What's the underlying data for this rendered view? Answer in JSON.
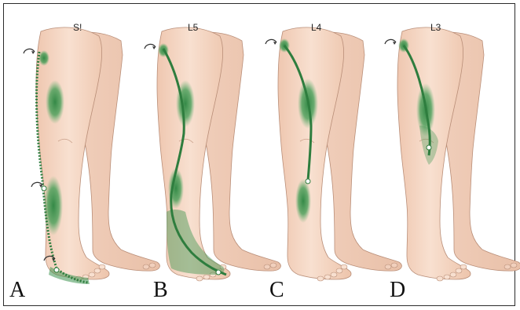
{
  "panels": [
    {
      "letter": "A",
      "root": "S!"
    },
    {
      "letter": "B",
      "root": "L5"
    },
    {
      "letter": "C",
      "root": "L4"
    },
    {
      "letter": "D",
      "root": "L3"
    }
  ],
  "colors": {
    "skin": "#f6d9c6",
    "skin_shadow": "#e8bea4",
    "outline": "#b98e78",
    "nerve": "#2e7d3e",
    "pain_zone": "#2f8a43",
    "border": "#2b2b2b"
  }
}
